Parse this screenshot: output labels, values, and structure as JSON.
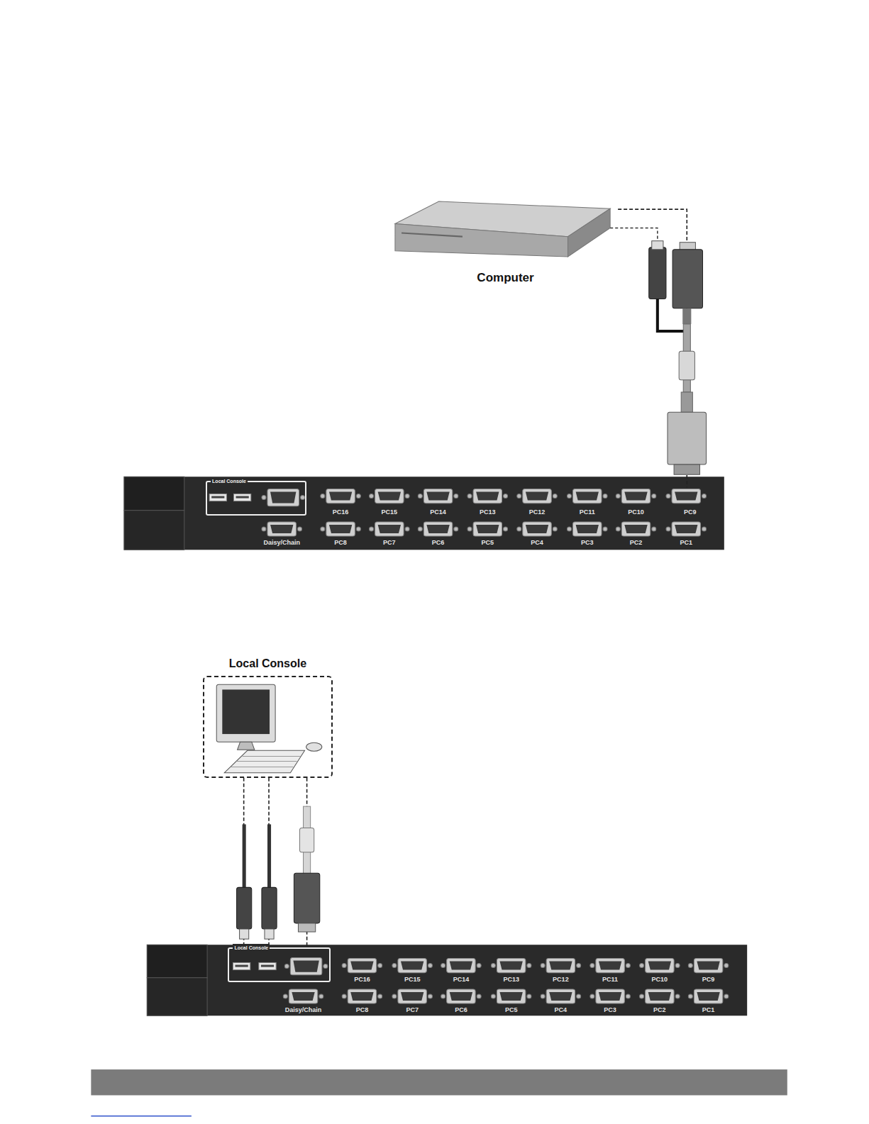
{
  "diagram": {
    "nodes": [
      {
        "text": [
          "Computer"
        ]
      },
      {
        "text": [
          "Local Console"
        ]
      },
      {
        "text": [
          "PC9"
        ]
      },
      {
        "text": [
          "Local Console"
        ]
      },
      {
        "text": [
          "Local Console"
        ]
      }
    ],
    "edges": [
      {
        "from": 0,
        "to": 2,
        "arrow": "none"
      },
      {
        "from": 3,
        "to": 4,
        "arrow": "none"
      },
      {
        "from": 3,
        "to": 4,
        "arrow": "none"
      },
      {
        "from": 3,
        "to": 4,
        "arrow": "none"
      }
    ],
    "labels": [
      "PC16",
      "PC15",
      "PC14",
      "PC13",
      "PC12",
      "PC11",
      "PC10",
      "Daisy/Chain",
      "PC8",
      "PC7",
      "PC6",
      "PC5",
      "PC4",
      "PC3",
      "PC2",
      "PC1",
      "PC16",
      "PC15",
      "PC14",
      "PC13",
      "PC12",
      "PC11",
      "PC10",
      "PC9",
      "Daisy/Chain",
      "PC8",
      "PC7",
      "PC6",
      "PC5",
      "PC4",
      "PC3",
      "PC2",
      "PC1"
    ]
  }
}
